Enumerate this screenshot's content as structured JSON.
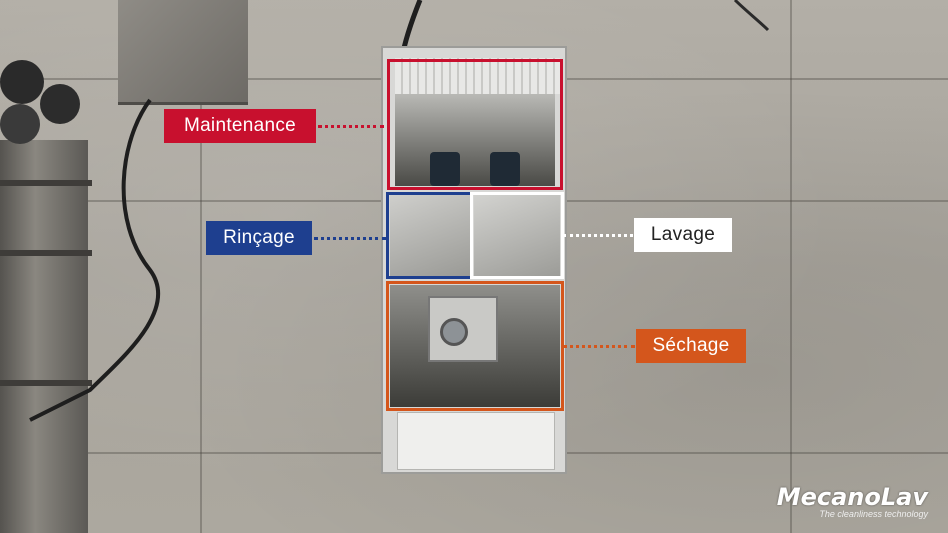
{
  "labels": {
    "maintenance": "Maintenance",
    "rincage": "Rinçage",
    "lavage": "Lavage",
    "sechage": "Séchage"
  },
  "logo": {
    "brand": "MecanoLav",
    "tagline": "The cleanliness technology"
  },
  "colors": {
    "maintenance": "#c8102e",
    "rincage": "#1e3f8f",
    "lavage": "#ffffff",
    "sechage": "#d4561c",
    "floor": "#aaa69e"
  }
}
